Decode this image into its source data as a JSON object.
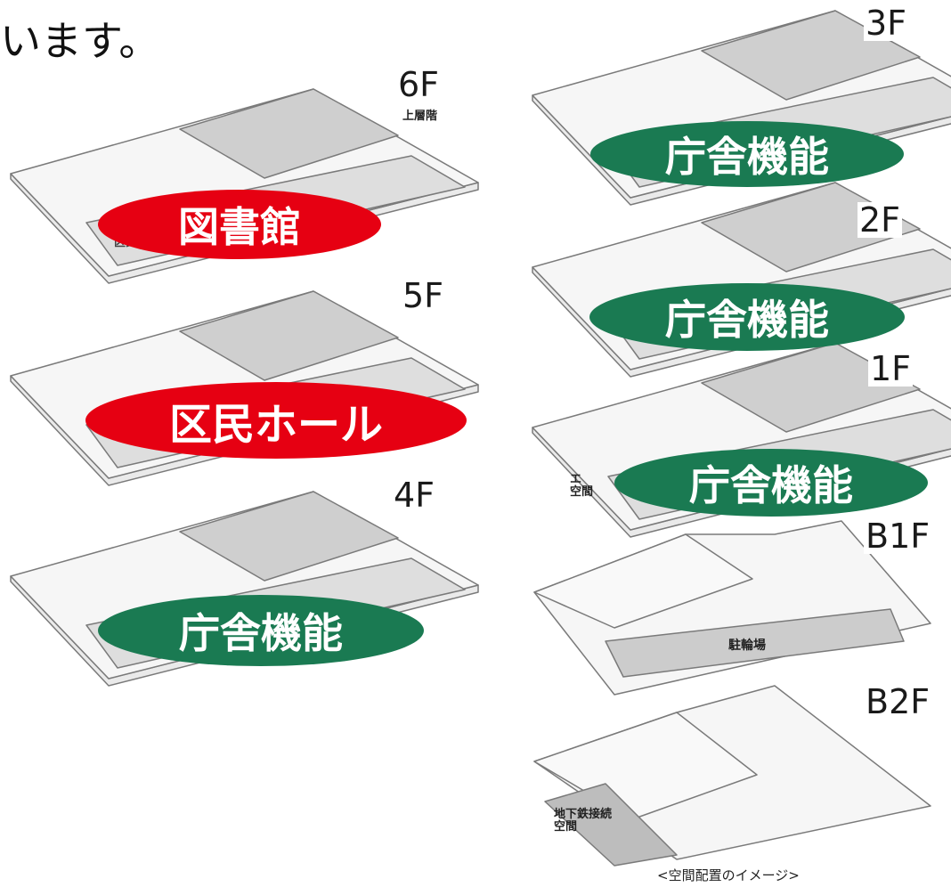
{
  "intro_text": "います。",
  "colors": {
    "library": "#e60012",
    "hall": "#e60012",
    "office": "#1a7a52"
  },
  "floors_left": {
    "f6": {
      "label": "6F",
      "badge": "図書館",
      "tag1": "上層階",
      "tag2": "区民"
    },
    "f5": {
      "label": "5F",
      "badge": "区民ホール"
    },
    "f4": {
      "label": "4F",
      "badge": "庁舎機能"
    }
  },
  "floors_right": {
    "f3": {
      "label": "3F",
      "badge": "庁舎機能"
    },
    "f2": {
      "label": "2F",
      "badge": "庁舎機能"
    },
    "f1": {
      "label": "1F",
      "badge": "庁舎機能",
      "tag": "エ\n空間"
    },
    "b1": {
      "label": "B1F",
      "area": "駐輪場"
    },
    "b2": {
      "label": "B2F",
      "area": "地下鉄接続\n空間"
    }
  },
  "caption": "<空間配置のイメージ>"
}
